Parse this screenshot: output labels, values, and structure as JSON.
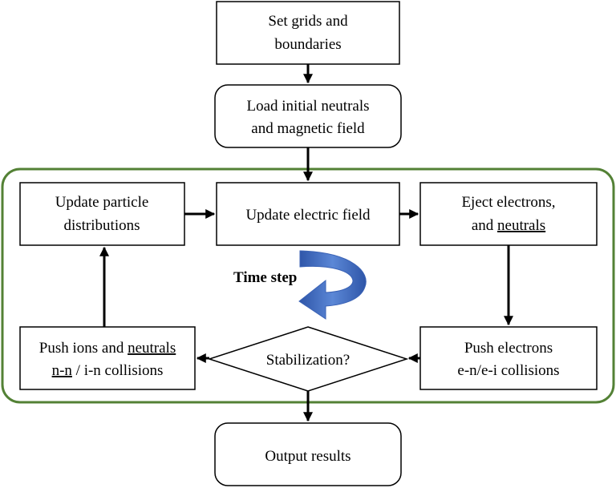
{
  "nodes": {
    "set_grids": {
      "line1": "Set grids and",
      "line2": "boundaries"
    },
    "load_initial": {
      "line1": "Load initial neutrals",
      "line2": "and magnetic field"
    },
    "update_particle": {
      "line1": "Update particle",
      "line2": "distributions"
    },
    "update_field": {
      "line1": "Update electric field"
    },
    "eject": {
      "line1": "Eject electrons,",
      "line2_prefix": "and ",
      "line2_underlined": "neutrals"
    },
    "push_ions": {
      "line1_prefix": "Push ions and ",
      "line1_underlined": "neutrals",
      "line2_underlined": "n-n",
      "line2_suffix": " / i-n collisions"
    },
    "push_electrons": {
      "line1": "Push electrons",
      "line2": "e-n/e-i collisions"
    },
    "stabilization": {
      "label": "Stabilization?"
    },
    "output": {
      "line1": "Output results"
    }
  },
  "loop": {
    "label": "Time step",
    "border_color": "#538135",
    "arrow_color": "#4472C4"
  }
}
